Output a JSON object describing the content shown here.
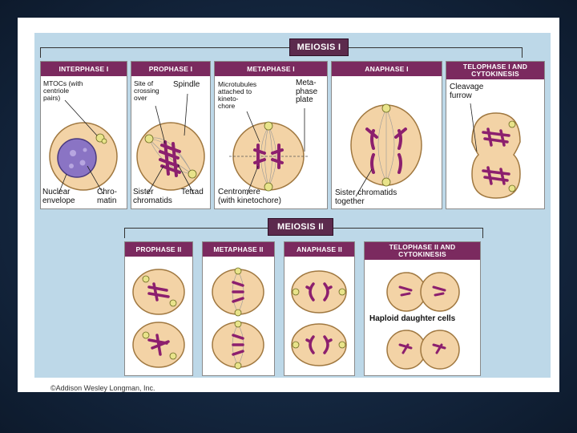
{
  "meiosis1_title": "MEIOSIS I",
  "meiosis2_title": "MEIOSIS II",
  "credit": "©Addison Wesley Longman, Inc.",
  "panels": {
    "interphase": {
      "title": "INTERPHASE I",
      "labels": {
        "mtocs": "MTOCs (with\ncentriole\npairs)",
        "nuclear": "Nuclear\nenvelope",
        "chromatin": "Chro-\nmatin"
      }
    },
    "prophase1": {
      "title": "PROPHASE I",
      "labels": {
        "site": "Site of\ncrossing\nover",
        "spindle": "Spindle",
        "sister": "Sister\nchromatids",
        "tetrad": "Tetrad"
      }
    },
    "metaphase1": {
      "title": "METAPHASE I",
      "labels": {
        "microtubules": "Microtubules\nattached to\nkineto-\nchore",
        "metaplate": "Meta-\nphase\nplate",
        "centromere": "Centromere\n(with kinetochore)"
      }
    },
    "anaphase1": {
      "title": "ANAPHASE I",
      "labels": {
        "sister": "Sister chromatids\ntogether"
      }
    },
    "telophase1": {
      "title": "TELOPHASE I\nAND CYTOKINESIS",
      "labels": {
        "cleavage": "Cleavage\nfurrow"
      }
    },
    "prophase2": {
      "title": "PROPHASE II"
    },
    "metaphase2": {
      "title": "METAPHASE II"
    },
    "anaphase2": {
      "title": "ANAPHASE II"
    },
    "telophase2": {
      "title": "TELOPHASE II\nAND CYTOKINESIS",
      "labels": {
        "haploid": "Haploid daughter cells"
      }
    }
  },
  "colors": {
    "cell_fill": "#f3d3a6",
    "cell_edge": "#a07840",
    "chromosome": "#8c1f6e",
    "nucleus": "#8a74c4",
    "header": "#7b2a5f",
    "background": "#bdd8e8"
  }
}
